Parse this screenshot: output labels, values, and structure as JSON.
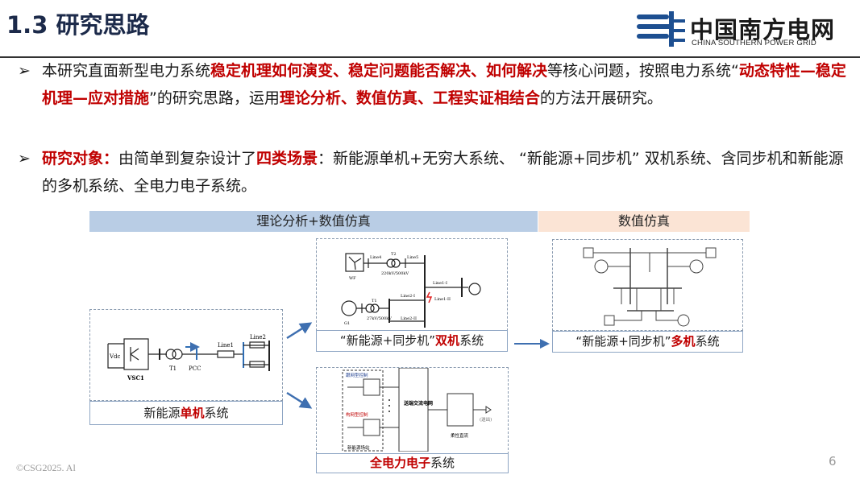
{
  "header": {
    "title": "1.3 研究思路",
    "logo_cn": "中国南方电网",
    "logo_en": "CHINA SOUTHERN POWER GRID"
  },
  "bullets": [
    {
      "parts": [
        {
          "text": "本研究直面新型电力系统",
          "red": false
        },
        {
          "text": "稳定机理如何演变、稳定问题能否解决、如何解决",
          "red": true
        },
        {
          "text": "等核心问题，按照电力系统“",
          "red": false
        },
        {
          "text": "动态特性—稳定机理—应对措施",
          "red": true
        },
        {
          "text": "”的研究思路，运用",
          "red": false
        },
        {
          "text": "理论分析、数值仿真、工程实证相结合",
          "red": true
        },
        {
          "text": "的方法开展研究。",
          "red": false
        }
      ]
    },
    {
      "parts": [
        {
          "text": "研究对象：",
          "red": true
        },
        {
          "text": "由简单到复杂设计了",
          "red": false
        },
        {
          "text": "四类场景",
          "red": true
        },
        {
          "text": "：新能源单机+无穷大系统、 “新能源+同步机” 双机系统、含同步机和新能源的多机系统、全电力电子系统。",
          "red": false
        }
      ]
    }
  ],
  "bars": {
    "theory": "理论分析+数值仿真",
    "sim": "数值仿真"
  },
  "scenarios": {
    "single": {
      "pre": "新能源",
      "red": "单机",
      "post": "系统",
      "labels": {
        "vsc": "VSC1",
        "t1": "T1",
        "pcc": "PCC",
        "line1": "Line1",
        "line2": "Line2",
        "vdc": "Vdc"
      }
    },
    "dual": {
      "pre": "“新能源+同步机”",
      "red": "双机",
      "post": "系统",
      "labels": {
        "wf": "WF",
        "g1": "G1",
        "t1": "T1",
        "t2": "T2",
        "line4": "Line4",
        "line5": "Line5",
        "l1i": "Line1-I",
        "l1ii": "Line1-II",
        "l2i": "Line2-I",
        "l2ii": "Line2-II",
        "v1": "220kV/500kV",
        "v2": "27kV/500kV"
      }
    },
    "multi": {
      "pre": "“新能源+同步机”",
      "red": "多机",
      "post": "系统"
    },
    "full": {
      "pre": "",
      "red": "全电力电子",
      "post": "系统",
      "labels": {
        "gfl": "跟网型控制",
        "gfm": "构网型控制",
        "station": "新能源场站",
        "grid": "送端交流电网",
        "hvdc": "柔性直流",
        "out": "(送出)"
      }
    }
  },
  "footer": {
    "copyright": "©CSG2025. Al",
    "page": "6"
  }
}
